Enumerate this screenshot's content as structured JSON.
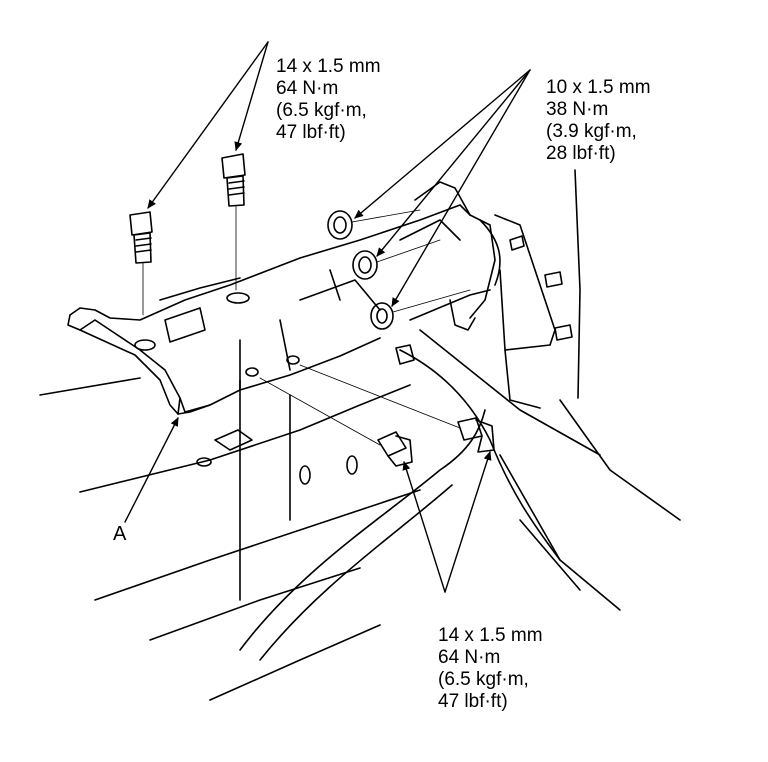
{
  "callouts": {
    "top_left": {
      "size": "14 x 1.5 mm",
      "torque_nm": "64 N·m",
      "torque_kgfm": "(6.5 kgf·m,",
      "torque_lbfft": "47 lbf·ft)"
    },
    "top_right": {
      "size": "10 x 1.5 mm",
      "torque_nm": "38 N·m",
      "torque_kgfm": "(3.9 kgf·m,",
      "torque_lbfft": "28 lbf·ft)"
    },
    "bottom": {
      "size": "14 x 1.5 mm",
      "torque_nm": "64 N·m",
      "torque_kgfm": "(6.5 kgf·m,",
      "torque_lbfft": "47 lbf·ft)"
    }
  },
  "part_label_a": "A",
  "colors": {
    "line": "#000000",
    "background": "#ffffff"
  }
}
